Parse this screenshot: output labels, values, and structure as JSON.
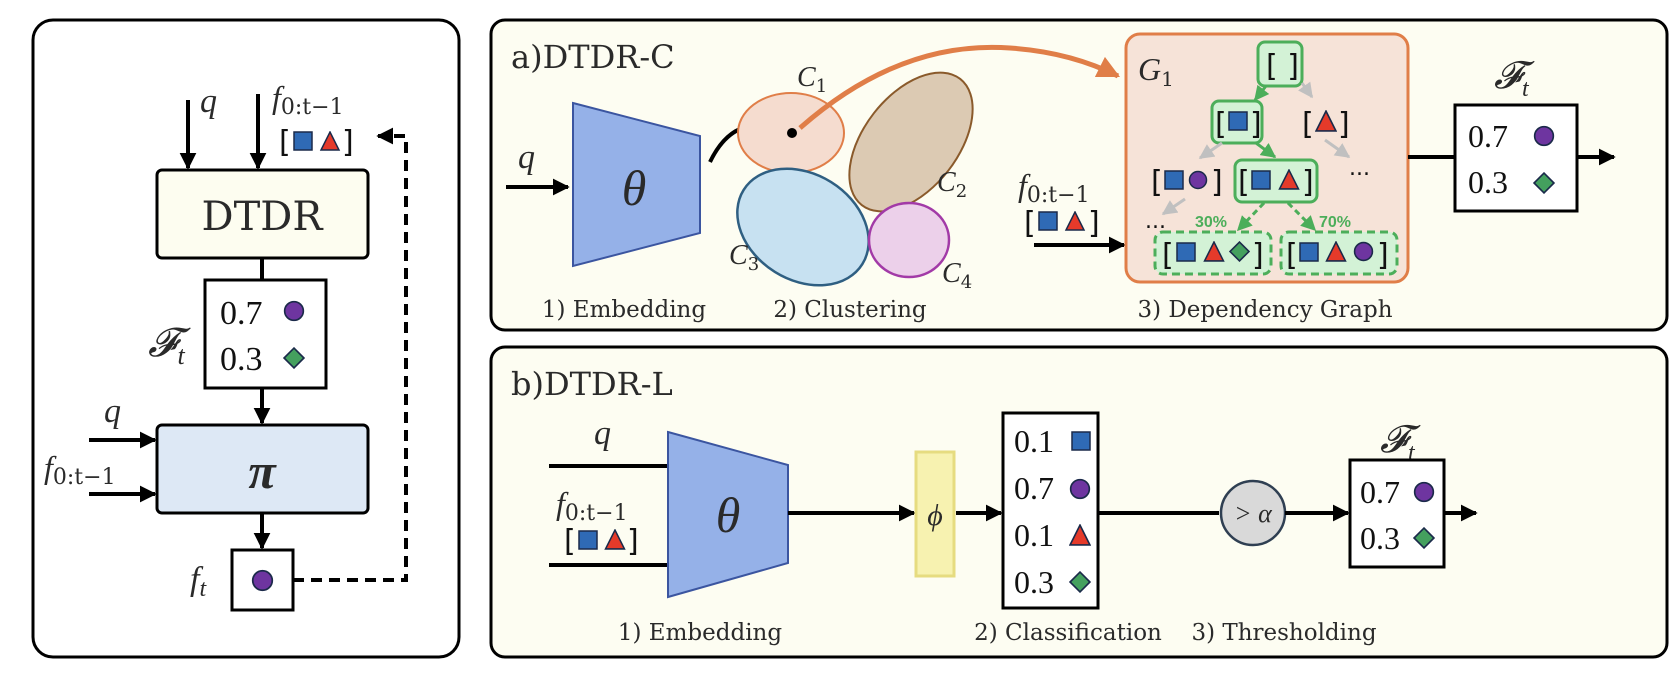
{
  "colors": {
    "panel_bg": "#fdfdf2",
    "dtdr_box": "#fdfdf0",
    "pi_box": "#dde8f5",
    "theta": "#95b1e8",
    "theta_stroke": "#3b55a0",
    "phi": "#f7f2b0",
    "phi_stroke": "#e6dc80",
    "graph_bg": "#f6e3d8",
    "graph_stroke": "#e07e48",
    "green": "#4cae5a",
    "green_fill": "#d3f2d6",
    "square": "#2f6ab5",
    "triangle": "#e53a2a",
    "circle": "#6e35a0",
    "diamond": "#44a05e",
    "c1": "#f5dccf",
    "c1_stroke": "#e07e48",
    "c2": "#dccab3",
    "c2_stroke": "#8a5a2b",
    "c3": "#c7e1f1",
    "c3_stroke": "#2f5f82",
    "c4": "#ecd0ea",
    "c4_stroke": "#a23aa7",
    "threshold_fill": "#d9d9d9",
    "gray_arrow": "#c0c0c0"
  },
  "left_panel": {
    "q_label": "q",
    "f_prev_label": "f",
    "f_prev_sub": "0:t−1",
    "dtdr_label": "DTDR",
    "Ft_label": "𝓕",
    "Ft_sub": "t",
    "ft_rows": [
      {
        "value": "0.7",
        "shape": "circle-icon"
      },
      {
        "value": "0.3",
        "shape": "diamond-icon"
      }
    ],
    "pi_label": "π",
    "q_label_2": "q",
    "f_prev_label_2": "f",
    "f_prev_sub_2": "0:t−1",
    "ft_out_label": "f",
    "ft_out_sub": "t"
  },
  "panel_a": {
    "title": "a)DTDR-C",
    "q_label": "q",
    "theta_label": "θ",
    "clusters": [
      {
        "label": "C",
        "sub": "1"
      },
      {
        "label": "C",
        "sub": "2"
      },
      {
        "label": "C",
        "sub": "3"
      },
      {
        "label": "C",
        "sub": "4"
      }
    ],
    "graph_label": "G",
    "graph_sub": "1",
    "f_prev_label": "f",
    "f_prev_sub": "0:t−1",
    "ellipsis": "...",
    "pct_left": "30%",
    "pct_right": "70%",
    "Ft_label": "𝓕",
    "Ft_sub": "t",
    "ft_rows": [
      {
        "value": "0.7",
        "shape": "circle-icon"
      },
      {
        "value": "0.3",
        "shape": "diamond-icon"
      }
    ],
    "steps": [
      "1) Embedding",
      "2) Clustering",
      "3) Dependency Graph"
    ]
  },
  "panel_b": {
    "title": "b)DTDR-L",
    "q_label": "q",
    "f_prev_label": "f",
    "f_prev_sub": "0:t−1",
    "theta_label": "θ",
    "phi_label": "ϕ",
    "class_rows": [
      {
        "value": "0.1",
        "shape": "square-icon"
      },
      {
        "value": "0.7",
        "shape": "circle-icon"
      },
      {
        "value": "0.1",
        "shape": "triangle-icon"
      },
      {
        "value": "0.3",
        "shape": "diamond-icon"
      }
    ],
    "threshold_label": "> α",
    "Ft_label": "𝓕",
    "Ft_sub": "t",
    "ft_rows": [
      {
        "value": "0.7",
        "shape": "circle-icon"
      },
      {
        "value": "0.3",
        "shape": "diamond-icon"
      }
    ],
    "steps": [
      "1) Embedding",
      "2) Classification",
      "3) Thresholding"
    ]
  }
}
